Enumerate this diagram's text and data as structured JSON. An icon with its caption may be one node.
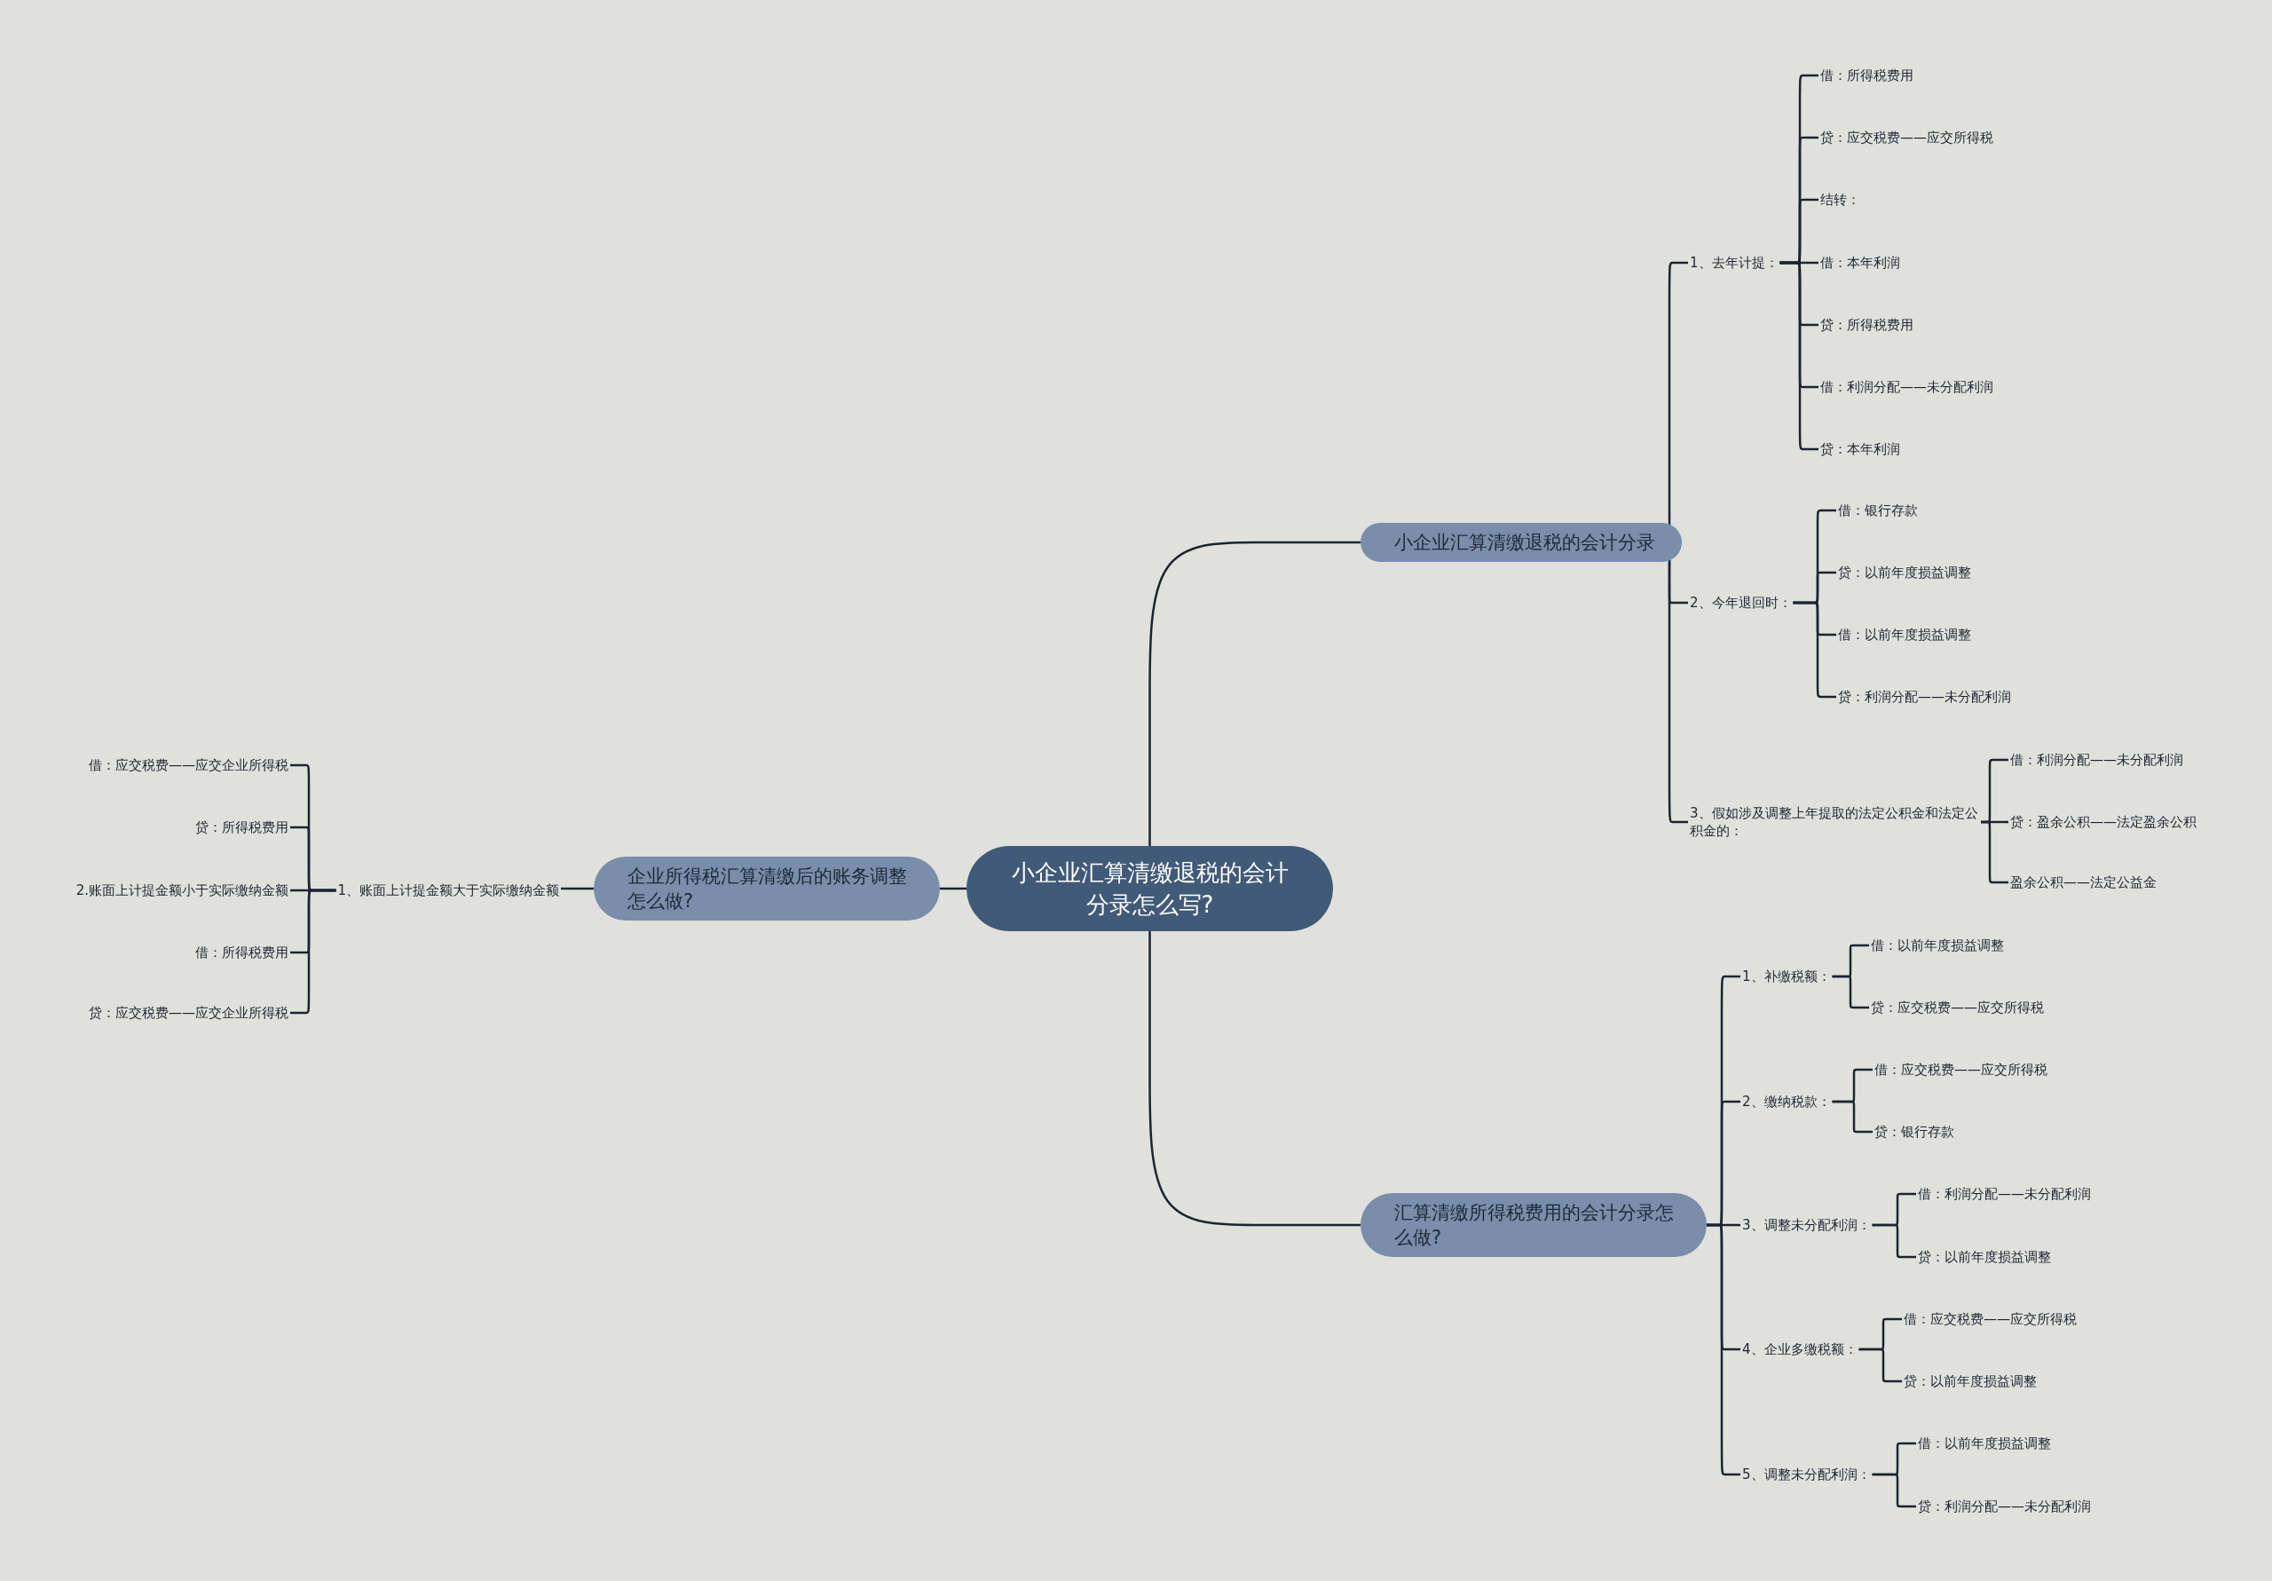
{
  "diagram": {
    "nodes": [
      {
        "text": [
          "小企业汇算清缴退税的会计分录怎么写?"
        ]
      },
      {
        "text": [
          "小企业汇算清缴退税的会计分录"
        ]
      },
      {
        "text": [
          "1、去年计提："
        ]
      },
      {
        "text": [
          "借：所得税费用"
        ]
      },
      {
        "text": [
          "贷：应交税费——应交所得税"
        ]
      },
      {
        "text": [
          "结转："
        ]
      },
      {
        "text": [
          "借：本年利润"
        ]
      },
      {
        "text": [
          "贷：所得税费用"
        ]
      },
      {
        "text": [
          "借：利润分配——未分配利润"
        ]
      },
      {
        "text": [
          "贷：本年利润"
        ]
      },
      {
        "text": [
          "2、今年退回时："
        ]
      },
      {
        "text": [
          "借：银行存款"
        ]
      },
      {
        "text": [
          "贷：以前年度损益调整"
        ]
      },
      {
        "text": [
          "借：以前年度损益调整"
        ]
      },
      {
        "text": [
          "贷：利润分配——未分配利润"
        ]
      },
      {
        "text": [
          "3、假如涉及调整上年提取的法定公积金和法定公积金的："
        ]
      },
      {
        "text": [
          "借：利润分配——未分配利润"
        ]
      },
      {
        "text": [
          "贷：盈余公积——法定盈余公积"
        ]
      },
      {
        "text": [
          "盈余公积——法定公益金"
        ]
      },
      {
        "text": [
          "汇算清缴所得税费用的会计分录怎么做?"
        ]
      },
      {
        "text": [
          "1、补缴税额："
        ]
      },
      {
        "text": [
          "借：以前年度损益调整"
        ]
      },
      {
        "text": [
          "贷：应交税费——应交所得税"
        ]
      },
      {
        "text": [
          "2、缴纳税款："
        ]
      },
      {
        "text": [
          "借：应交税费——应交所得税"
        ]
      },
      {
        "text": [
          "贷：银行存款"
        ]
      },
      {
        "text": [
          "3、调整未分配利润："
        ]
      },
      {
        "text": [
          "借：利润分配——未分配利润"
        ]
      },
      {
        "text": [
          "贷：以前年度损益调整"
        ]
      },
      {
        "text": [
          "4、企业多缴税额："
        ]
      },
      {
        "text": [
          "借：应交税费——应交所得税"
        ]
      },
      {
        "text": [
          "贷：以前年度损益调整"
        ]
      },
      {
        "text": [
          "5、调整未分配利润："
        ]
      },
      {
        "text": [
          "借：以前年度损益调整"
        ]
      },
      {
        "text": [
          "贷：利润分配——未分配利润"
        ]
      },
      {
        "text": [
          "企业所得税汇算清缴后的账务调整怎么做?"
        ]
      },
      {
        "text": [
          "1、账面上计提金额大于实际缴纳金额"
        ]
      },
      {
        "text": [
          "借：应交税费——应交企业所得税"
        ]
      },
      {
        "text": [
          "贷：所得税费用"
        ]
      },
      {
        "text": [
          "2.账面上计提金额小于实际缴纳金额"
        ]
      },
      {
        "text": [
          "借：所得税费用"
        ]
      },
      {
        "text": [
          "贷：应交税费——应交企业所得税"
        ]
      }
    ],
    "edges": [
      {
        "from": 0,
        "to": 1,
        "arrow": "none"
      },
      {
        "from": 1,
        "to": 2,
        "arrow": "none"
      },
      {
        "from": 2,
        "to": 3,
        "arrow": "none"
      },
      {
        "from": 2,
        "to": 4,
        "arrow": "none"
      },
      {
        "from": 2,
        "to": 5,
        "arrow": "none"
      },
      {
        "from": 2,
        "to": 6,
        "arrow": "none"
      },
      {
        "from": 2,
        "to": 7,
        "arrow": "none"
      },
      {
        "from": 2,
        "to": 8,
        "arrow": "none"
      },
      {
        "from": 2,
        "to": 9,
        "arrow": "none"
      },
      {
        "from": 1,
        "to": 10,
        "arrow": "none"
      },
      {
        "from": 10,
        "to": 11,
        "arrow": "none"
      },
      {
        "from": 10,
        "to": 12,
        "arrow": "none"
      },
      {
        "from": 10,
        "to": 13,
        "arrow": "none"
      },
      {
        "from": 10,
        "to": 14,
        "arrow": "none"
      },
      {
        "from": 1,
        "to": 15,
        "arrow": "none"
      },
      {
        "from": 15,
        "to": 16,
        "arrow": "none"
      },
      {
        "from": 15,
        "to": 17,
        "arrow": "none"
      },
      {
        "from": 15,
        "to": 18,
        "arrow": "none"
      },
      {
        "from": 0,
        "to": 19,
        "arrow": "none"
      },
      {
        "from": 19,
        "to": 20,
        "arrow": "none"
      },
      {
        "from": 20,
        "to": 21,
        "arrow": "none"
      },
      {
        "from": 20,
        "to": 22,
        "arrow": "none"
      },
      {
        "from": 19,
        "to": 23,
        "arrow": "none"
      },
      {
        "from": 23,
        "to": 24,
        "arrow": "none"
      },
      {
        "from": 23,
        "to": 25,
        "arrow": "none"
      },
      {
        "from": 19,
        "to": 26,
        "arrow": "none"
      },
      {
        "from": 26,
        "to": 27,
        "arrow": "none"
      },
      {
        "from": 26,
        "to": 28,
        "arrow": "none"
      },
      {
        "from": 19,
        "to": 29,
        "arrow": "none"
      },
      {
        "from": 29,
        "to": 30,
        "arrow": "none"
      },
      {
        "from": 29,
        "to": 31,
        "arrow": "none"
      },
      {
        "from": 19,
        "to": 32,
        "arrow": "none"
      },
      {
        "from": 32,
        "to": 33,
        "arrow": "none"
      },
      {
        "from": 32,
        "to": 34,
        "arrow": "none"
      },
      {
        "from": 0,
        "to": 35,
        "arrow": "none"
      },
      {
        "from": 35,
        "to": 36,
        "arrow": "none"
      },
      {
        "from": 36,
        "to": 37,
        "arrow": "none"
      },
      {
        "from": 36,
        "to": 38,
        "arrow": "none"
      },
      {
        "from": 36,
        "to": 39,
        "arrow": "none"
      },
      {
        "from": 36,
        "to": 40,
        "arrow": "none"
      },
      {
        "from": 36,
        "to": 41,
        "arrow": "none"
      }
    ]
  }
}
